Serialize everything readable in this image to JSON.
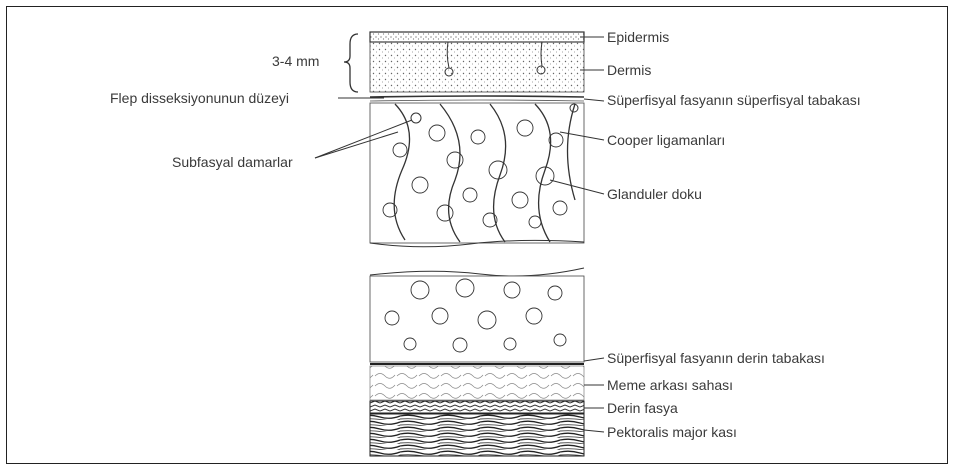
{
  "labels": {
    "thickness": "3-4 mm",
    "flap_level": "Flep disseksiyonunun düzeyi",
    "subfascial_vessels": "Subfasyal damarlar",
    "epidermis": "Epidermis",
    "dermis": "Dermis",
    "superficial_layer": "Süperfisyal fasyanın süperfisyal tabakası",
    "cooper": "Cooper ligamanları",
    "glandular": "Glanduler doku",
    "deep_layer": "Süperfisyal fasyanın derin tabakası",
    "retromammary": "Meme arkası sahası",
    "deep_fascia": "Derin fasya",
    "pectoralis": "Pektoralis major kası"
  }
}
